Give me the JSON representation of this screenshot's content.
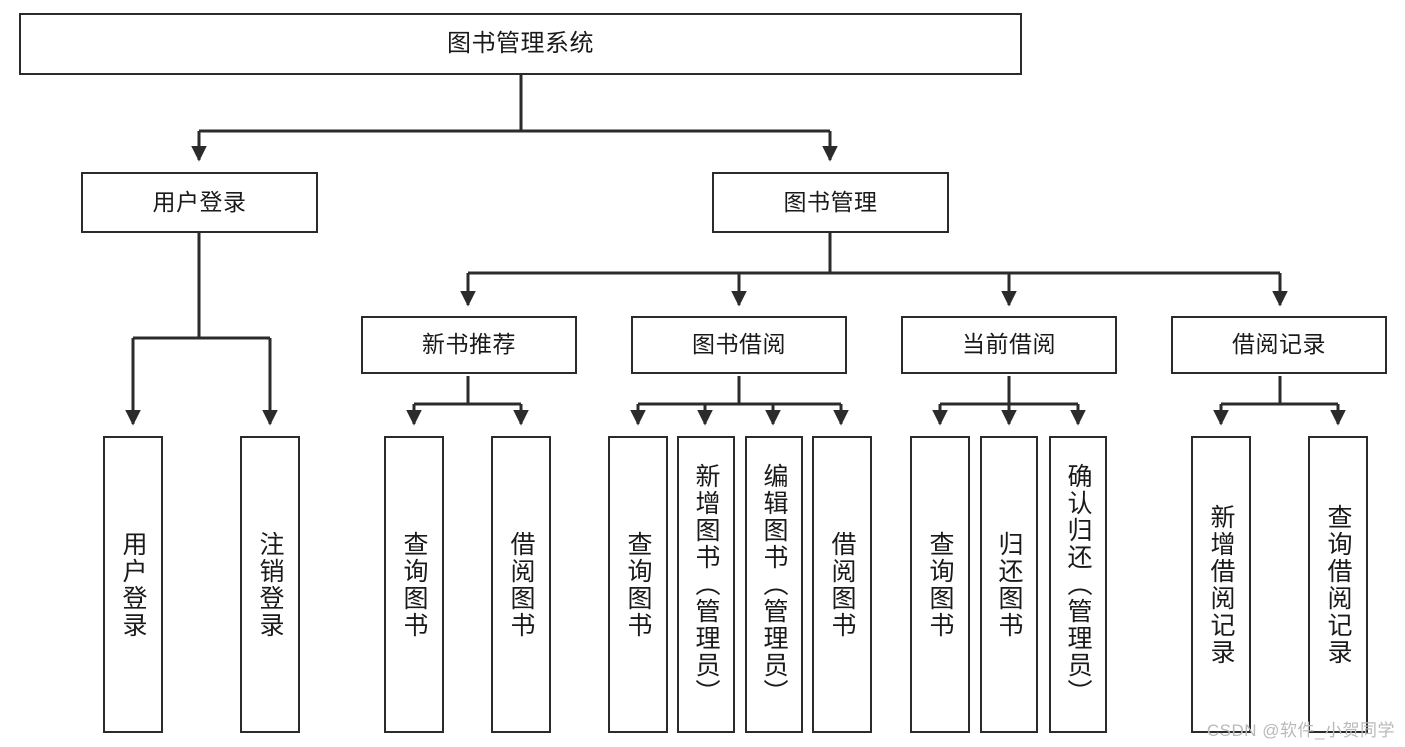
{
  "diagram": {
    "type": "tree",
    "title": "图书管理系统",
    "orientation": "top-down",
    "edge_color": "#2b2b2b",
    "node_border_color": "#2b2b2b",
    "node_fill_color": "#ffffff",
    "text_color": "#1a1a1a"
  },
  "nodes": {
    "root": {
      "label": "图书管理系统",
      "level": 1
    },
    "l2": [
      {
        "id": "user_login",
        "label": "用户登录",
        "level": 2
      },
      {
        "id": "book_manage",
        "label": "图书管理",
        "level": 2
      }
    ],
    "l3": [
      {
        "id": "new_book_rec",
        "label": "新书推荐",
        "level": 3,
        "parent": "book_manage"
      },
      {
        "id": "book_borrow",
        "label": "图书借阅",
        "level": 3,
        "parent": "book_manage"
      },
      {
        "id": "current_borrow",
        "label": "当前借阅",
        "level": 3,
        "parent": "book_manage"
      },
      {
        "id": "borrow_record",
        "label": "借阅记录",
        "level": 3,
        "parent": "book_manage"
      }
    ],
    "leaves": [
      {
        "id": "leaf_user_login",
        "label": "用户登录",
        "parent": "user_login"
      },
      {
        "id": "leaf_logout",
        "label": "注销登录",
        "parent": "user_login"
      },
      {
        "id": "leaf_query_book_1",
        "label": "查询图书",
        "parent": "new_book_rec"
      },
      {
        "id": "leaf_borrow_book_1",
        "label": "借阅图书",
        "parent": "new_book_rec"
      },
      {
        "id": "leaf_query_book_2",
        "label": "查询图书",
        "parent": "book_borrow"
      },
      {
        "id": "leaf_add_book",
        "label": "新增图书（管理员）",
        "parent": "book_borrow"
      },
      {
        "id": "leaf_edit_book",
        "label": "编辑图书（管理员）",
        "parent": "book_borrow"
      },
      {
        "id": "leaf_borrow_book_2",
        "label": "借阅图书",
        "parent": "book_borrow"
      },
      {
        "id": "leaf_query_book_3",
        "label": "查询图书",
        "parent": "current_borrow"
      },
      {
        "id": "leaf_return_book",
        "label": "归还图书",
        "parent": "current_borrow"
      },
      {
        "id": "leaf_confirm_return",
        "label": "确认归还（管理员）",
        "parent": "current_borrow"
      },
      {
        "id": "leaf_add_record",
        "label": "新增借阅记录",
        "parent": "borrow_record"
      },
      {
        "id": "leaf_query_record",
        "label": "查询借阅记录",
        "parent": "borrow_record"
      }
    ]
  },
  "watermark": {
    "text": "CSDN @软件_小贺同学"
  }
}
